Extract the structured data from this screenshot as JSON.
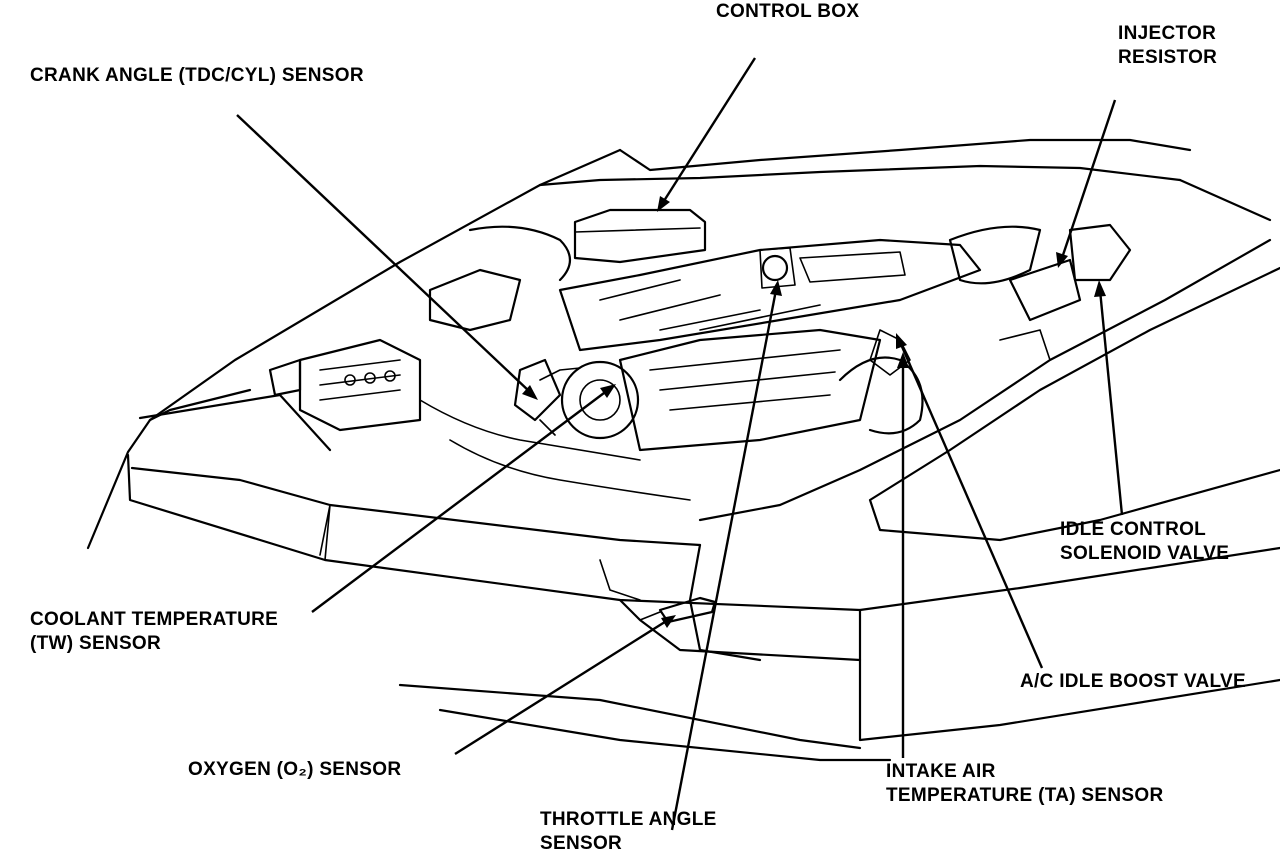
{
  "labels": {
    "control_box": [
      "CONTROL BOX"
    ],
    "injector_resistor": [
      "INJECTOR",
      "RESISTOR"
    ],
    "crank_angle_sensor": [
      "CRANK ANGLE (TDC/CYL) SENSOR"
    ],
    "idle_control_solenoid": [
      "IDLE CONTROL",
      "SOLENOID VALVE"
    ],
    "coolant_temp_sensor": [
      "COOLANT TEMPERATURE",
      "(TW) SENSOR"
    ],
    "ac_idle_boost_valve": [
      "A/C IDLE BOOST VALVE"
    ],
    "oxygen_sensor": [
      "OXYGEN (O₂) SENSOR"
    ],
    "intake_air_temp_sensor": [
      "INTAKE AIR",
      "TEMPERATURE (TA) SENSOR"
    ],
    "throttle_angle_sensor": [
      "THROTTLE ANGLE",
      "SENSOR"
    ]
  }
}
